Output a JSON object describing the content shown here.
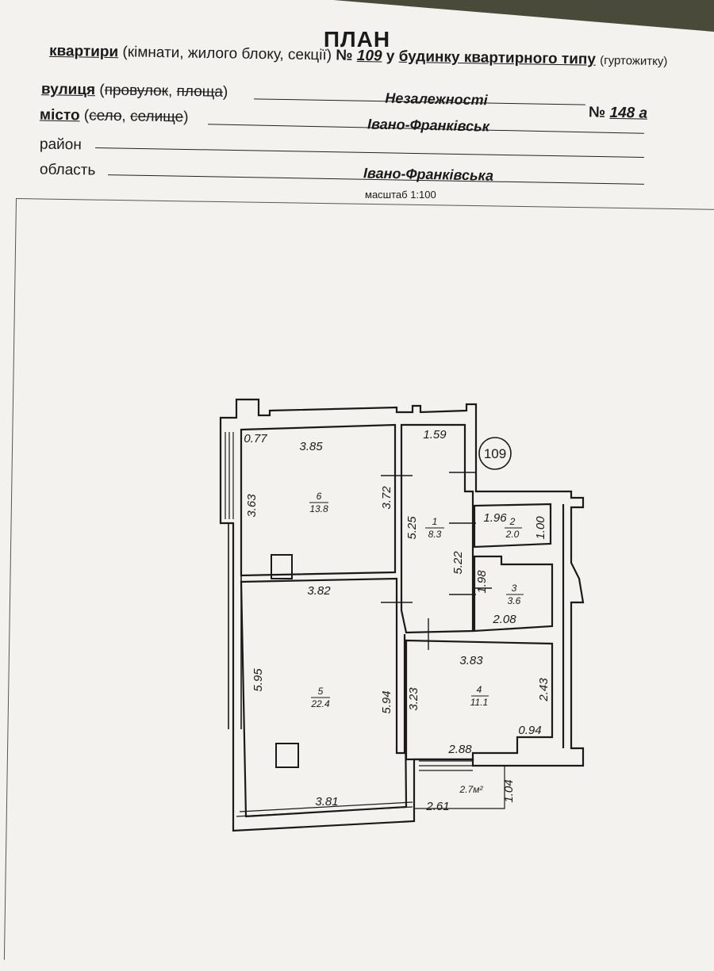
{
  "header": {
    "title": "ПЛАН",
    "row1": {
      "kvartyry": "квартири",
      "paren": "(кімнати, жилого блоку, секції)",
      "no_label": "№",
      "apt_no": "109",
      "u": "у",
      "budynku": "будинку квартирного типу",
      "hurt": "(гуртожитку)"
    },
    "street": {
      "label": "вулиця",
      "open": "(",
      "alt1": "провулок",
      "comma": ",",
      "alt2": "площа",
      "close": ")",
      "value": "Незалежності",
      "no_label": "№",
      "no": "148 а"
    },
    "city": {
      "label": "місто",
      "open": "(",
      "alt1": "село",
      "comma": ",",
      "alt2": "селище",
      "close": ")",
      "value": "Івано-Франківськ"
    },
    "district": {
      "label": "район",
      "value": ""
    },
    "region": {
      "label": "область",
      "value": "Івано-Франківська"
    },
    "scale": "масштаб 1:100"
  },
  "plan": {
    "apartment_badge": "109",
    "rooms": [
      {
        "no": "6",
        "area": "13.8"
      },
      {
        "no": "1",
        "area": "8.3"
      },
      {
        "no": "2",
        "area": "2.0"
      },
      {
        "no": "3",
        "area": "3.6"
      },
      {
        "no": "5",
        "area": "22.4"
      },
      {
        "no": "4",
        "area": "11.1"
      }
    ],
    "balcony_area": "2.7м²",
    "dims": {
      "d077": "0.77",
      "d385": "3.85",
      "d363": "3.63",
      "d372": "3.72",
      "d159": "1.59",
      "d525": "5.25",
      "d196": "1.96",
      "d100": "1.00",
      "d522": "5.22",
      "d198": "1.98",
      "d208": "2.08",
      "d382": "3.82",
      "d595": "5.95",
      "d594": "5.94",
      "d383": "3.83",
      "d323": "3.23",
      "d243": "2.43",
      "d094": "0.94",
      "d288": "2.88",
      "d104": "1.04",
      "d261": "2.61",
      "d381": "3.81"
    }
  },
  "colors": {
    "paper": "#f3f2ee",
    "ink": "#1a1a1a"
  }
}
